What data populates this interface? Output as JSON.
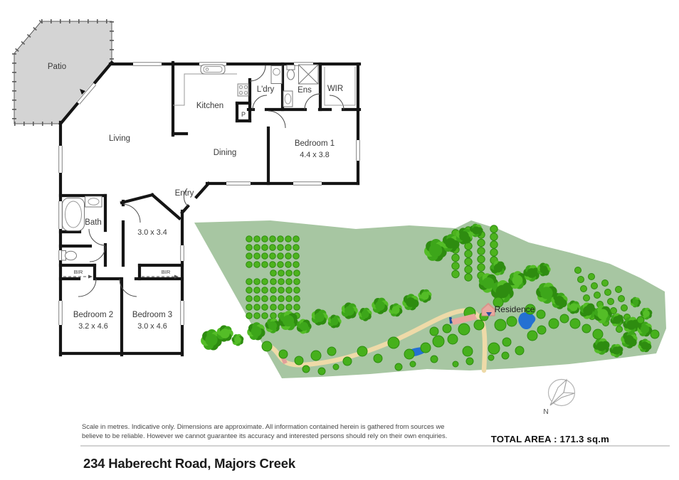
{
  "floor_plan": {
    "patio": "Patio",
    "living": "Living",
    "kitchen": "Kitchen",
    "dining": "Dining",
    "laundry": "L'dry",
    "ensuite": "Ens",
    "wir": "WIR",
    "pantry": "P",
    "entry": "Entry",
    "bath": "Bath",
    "hall_dims": "3.0 x 3.4",
    "bedroom1": "Bedroom 1",
    "bedroom1_dims": "4.4 x 3.8",
    "bedroom2": "Bedroom 2",
    "bedroom2_dims": "3.2 x 4.6",
    "bedroom3": "Bedroom 3",
    "bedroom3_dims": "3.0 x 4.6",
    "bir": "BIR"
  },
  "site_plan": {
    "residence": "Residence",
    "north": "N"
  },
  "footer": {
    "disclaimer_line1": "Scale in metres. Indicative only. Dimensions are approximate. All information contained herein is gathered from sources we",
    "disclaimer_line2": "believe to be reliable. However we cannot guarantee its accuracy and interested persons should rely on their own enquiries.",
    "total_area": "TOTAL AREA : 171.3 sq.m",
    "address": "234 Haberecht Road, Majors Creek"
  },
  "colors": {
    "wall": "#151515",
    "patio_fill": "#d4d4d4",
    "patio_edge": "#5a5a5a",
    "site_green": "#a7c6a2",
    "tree_green": "#4db31e",
    "tree_dark": "#2e8c10",
    "path_tan": "#eedaa8",
    "pond_blue": "#2471d2",
    "residence_pink": "#e8a89f",
    "divider_gray": "#c3c3c3"
  }
}
